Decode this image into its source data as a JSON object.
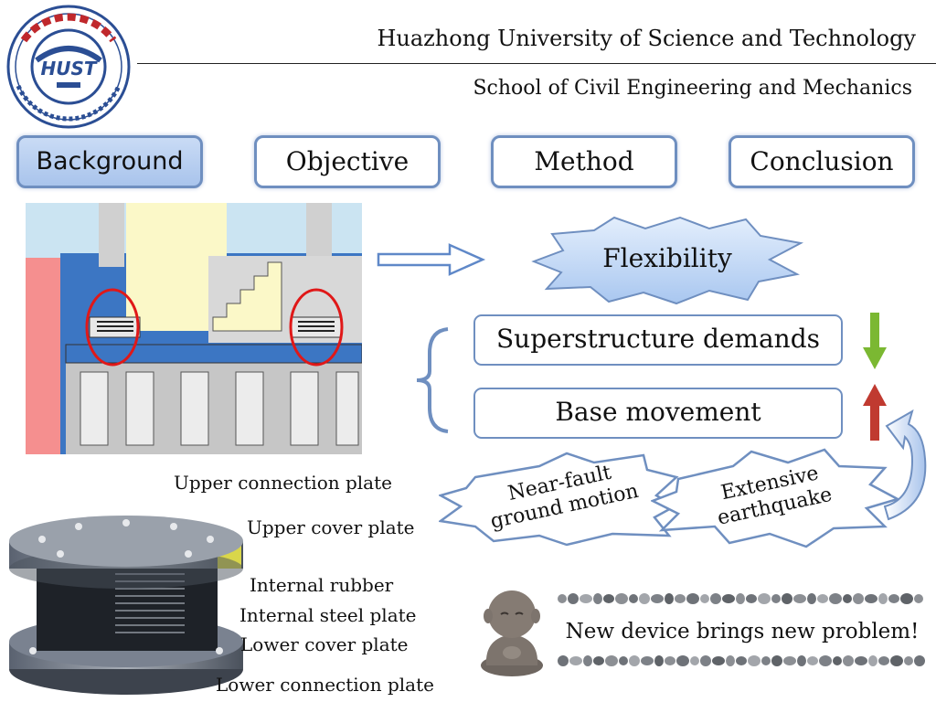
{
  "header": {
    "university": "Huazhong University of Science and Technology",
    "school": "School of Civil Engineering and Mechanics"
  },
  "tabs": [
    {
      "label": "Background",
      "active": true
    },
    {
      "label": "Objective",
      "active": false
    },
    {
      "label": "Method",
      "active": false
    },
    {
      "label": "Conclusion",
      "active": false
    }
  ],
  "concept": {
    "flexibility": "Flexibility",
    "superstructure": "Superstructure demands",
    "base_movement": "Base movement",
    "near_fault": [
      "Near-fault",
      "ground motion"
    ],
    "extensive": [
      "Extensive",
      "earthquake"
    ]
  },
  "bearing_labels": {
    "upper_connection": "Upper connection plate",
    "upper_cover": "Upper cover plate",
    "internal_rubber": "Internal rubber",
    "internal_steel": "Internal steel plate",
    "lower_cover": "Lower cover plate",
    "lower_connection": "Lower connection plate"
  },
  "problem_text": "New device brings new problem!",
  "colors": {
    "accent_border": "#6f8fc0",
    "active_tab": "#b4cdef",
    "burst_fill": "#c8dcf7",
    "down_arrow": "#7bb832",
    "up_arrow": "#c03a30",
    "circle": "#e01818"
  }
}
